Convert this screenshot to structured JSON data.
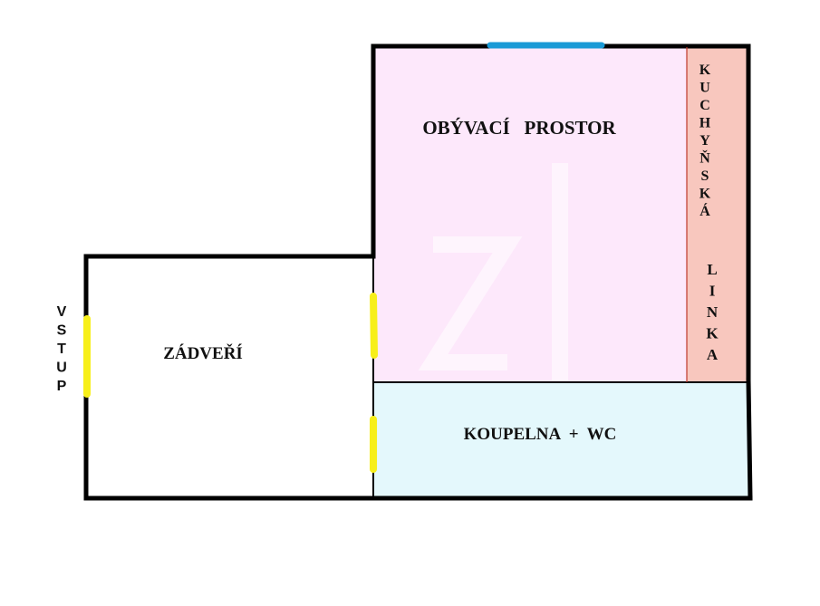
{
  "rooms": {
    "living": {
      "label": "OBÝVACÍ   PROSTOR",
      "fill": "#fde8fb"
    },
    "kitchen": {
      "label_top": [
        "K",
        "U",
        "C",
        "H",
        "Y",
        "Ň",
        "S",
        "K",
        "Á"
      ],
      "label_bottom": [
        "L",
        "I",
        "N",
        "K",
        "A"
      ],
      "fill": "#f8c7be"
    },
    "bathroom": {
      "label": "KOUPELNA  +  WC",
      "fill": "#e4f8fc"
    },
    "hall": {
      "label": "ZÁDVEŘÍ",
      "fill": "#ffffff"
    }
  },
  "entrance": {
    "letters": [
      "V",
      "S",
      "T",
      "U",
      "P"
    ]
  },
  "colors": {
    "wall": "#000000",
    "door": "#f7ef1a",
    "window": "#1a9ad6",
    "watermark": "#ffffff"
  }
}
